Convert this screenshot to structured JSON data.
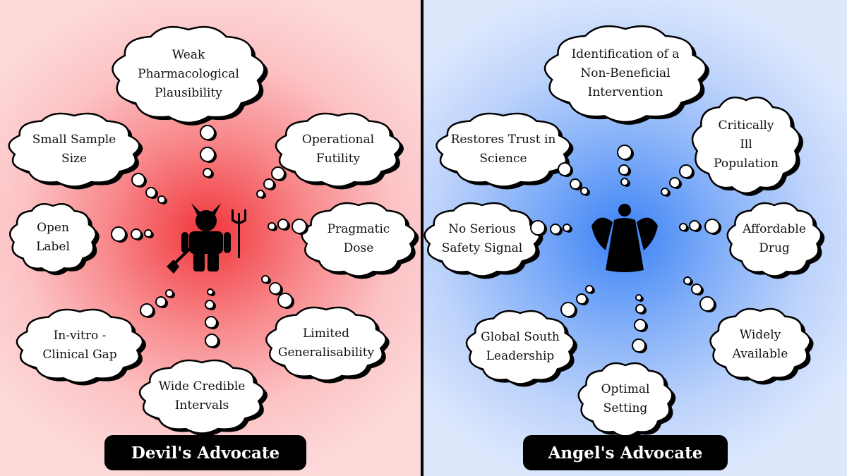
{
  "devil": {
    "title": "Devil's Advocate",
    "bubbles": [
      {
        "id": "weak-pharmacological-plausibility",
        "text": "Weak\nPharmacological\nPlausibility"
      },
      {
        "id": "small-sample-size",
        "text": "Small Sample\nSize"
      },
      {
        "id": "operational-futility",
        "text": "Operational\nFutility"
      },
      {
        "id": "open-label",
        "text": "Open\nLabel"
      },
      {
        "id": "pragmatic-dose",
        "text": "Pragmatic\nDose"
      },
      {
        "id": "in-vitro-clinical-gap",
        "text": "In-vitro -\nClinical Gap"
      },
      {
        "id": "limited-generalisability",
        "text": "Limited\nGeneralisability"
      },
      {
        "id": "wide-credible-intervals",
        "text": "Wide Credible\nIntervals"
      }
    ]
  },
  "angel": {
    "title": "Angel's Advocate",
    "bubbles": [
      {
        "id": "identification-of-non-beneficial-intervention",
        "text": "Identification of a\nNon-Beneficial\nIntervention"
      },
      {
        "id": "restores-trust-in-science",
        "text": "Restores Trust in\nScience"
      },
      {
        "id": "critically-ill-population",
        "text": "Critically\nIll\nPopulation"
      },
      {
        "id": "no-serious-safety-signal",
        "text": "No Serious\nSafety Signal"
      },
      {
        "id": "affordable-drug",
        "text": "Affordable\nDrug"
      },
      {
        "id": "global-south-leadership",
        "text": "Global South\nLeadership"
      },
      {
        "id": "widely-available",
        "text": "Widely\nAvailable"
      },
      {
        "id": "optimal-setting",
        "text": "Optimal\nSetting"
      }
    ]
  },
  "icons": {
    "devil": "devil-icon",
    "angel": "angel-icon"
  },
  "colors": {
    "devil_glow": "#f0363b",
    "angel_glow": "#3a82f5",
    "ink": "#000000",
    "bubble_fill": "#ffffff"
  }
}
